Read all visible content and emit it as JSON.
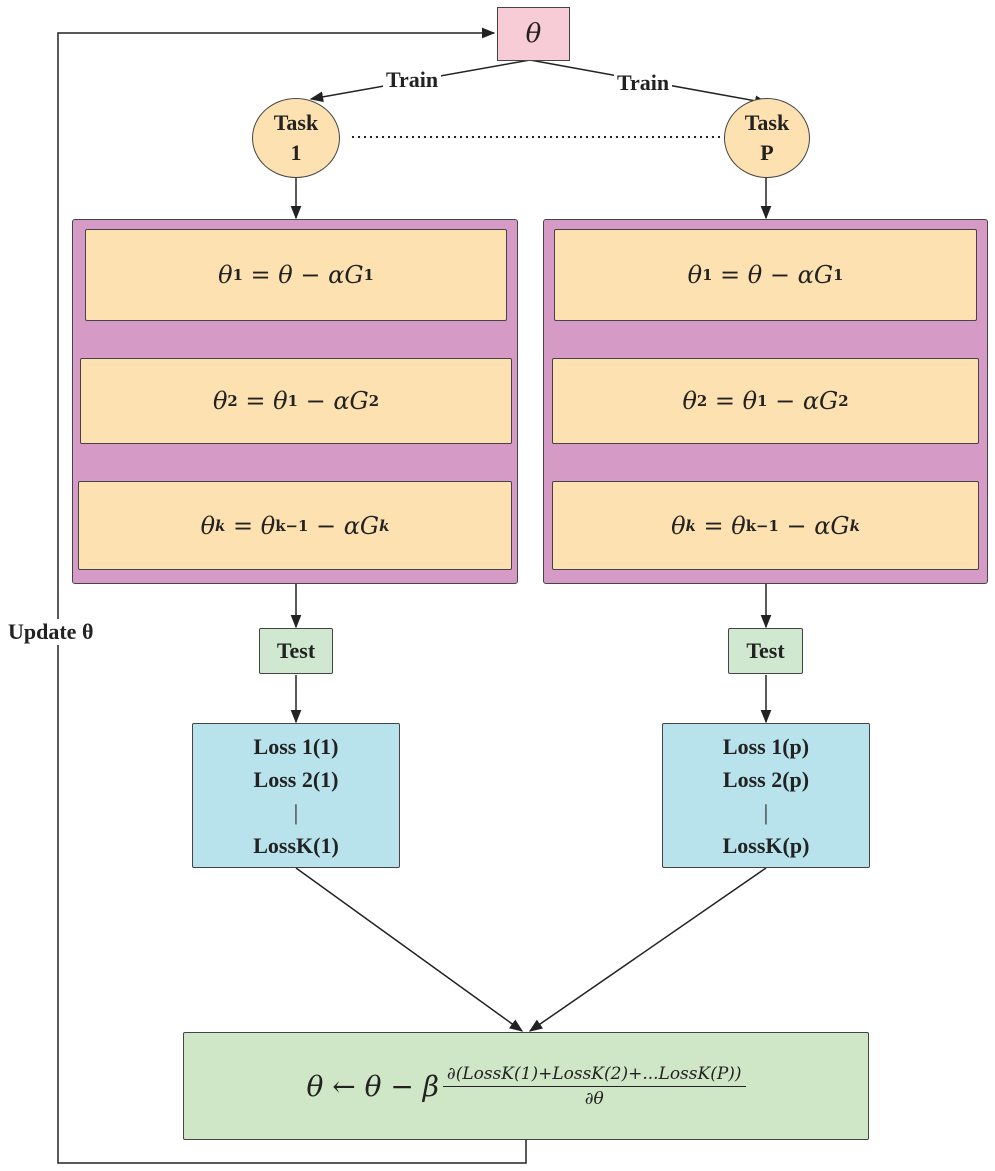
{
  "top_node": {
    "text": "θ"
  },
  "train_labels": {
    "left": "Train",
    "right": "Train"
  },
  "tasks": [
    {
      "line1": "Task",
      "line2": "1"
    },
    {
      "line1": "Task",
      "line2": "P"
    }
  ],
  "update_label": "Update θ",
  "columns": [
    {
      "equations": [
        {
          "lhs_sym": "θ",
          "lhs_sub": "1",
          "rhs_sym": "θ",
          "rhs_sub": "",
          "grad_sub": "1"
        },
        {
          "lhs_sym": "θ",
          "lhs_sub": "2",
          "rhs_sym": "θ",
          "rhs_sub": "1",
          "grad_sub": "2"
        },
        {
          "lhs_sym": "θ",
          "lhs_sub": "k",
          "rhs_sym": "θ",
          "rhs_sub": "k−1",
          "grad_sub": "k"
        }
      ],
      "test_label": "Test",
      "losses": [
        "Loss 1(1)",
        "Loss 2(1)",
        "|",
        "LossK(1)"
      ]
    },
    {
      "equations": [
        {
          "lhs_sym": "θ",
          "lhs_sub": "1",
          "rhs_sym": "θ",
          "rhs_sub": "",
          "grad_sub": "1"
        },
        {
          "lhs_sym": "θ",
          "lhs_sub": "2",
          "rhs_sym": "θ",
          "rhs_sub": "1",
          "grad_sub": "2"
        },
        {
          "lhs_sym": "θ",
          "lhs_sub": "k",
          "rhs_sym": "θ",
          "rhs_sub": "k−1",
          "grad_sub": "k"
        }
      ],
      "test_label": "Test",
      "losses": [
        "Loss 1(p)",
        "Loss 2(p)",
        "|",
        "LossK(p)"
      ]
    }
  ],
  "update_rule": {
    "lhs": "θ",
    "arrow": "←",
    "theta": "θ",
    "minus": "−",
    "beta": "β",
    "numerator": "∂(LossK(1)+LossK(2)+...LossK(P))",
    "denominator": "∂θ"
  },
  "colors": {
    "theta_node": "#f8ccd6",
    "task_node": "#fde1b0",
    "container": "#d59ac6",
    "equation_box": "#fde1b0",
    "test_box": "#cfe8cf",
    "loss_box": "#b9e3ec",
    "update_box": "#cfe7c6"
  }
}
